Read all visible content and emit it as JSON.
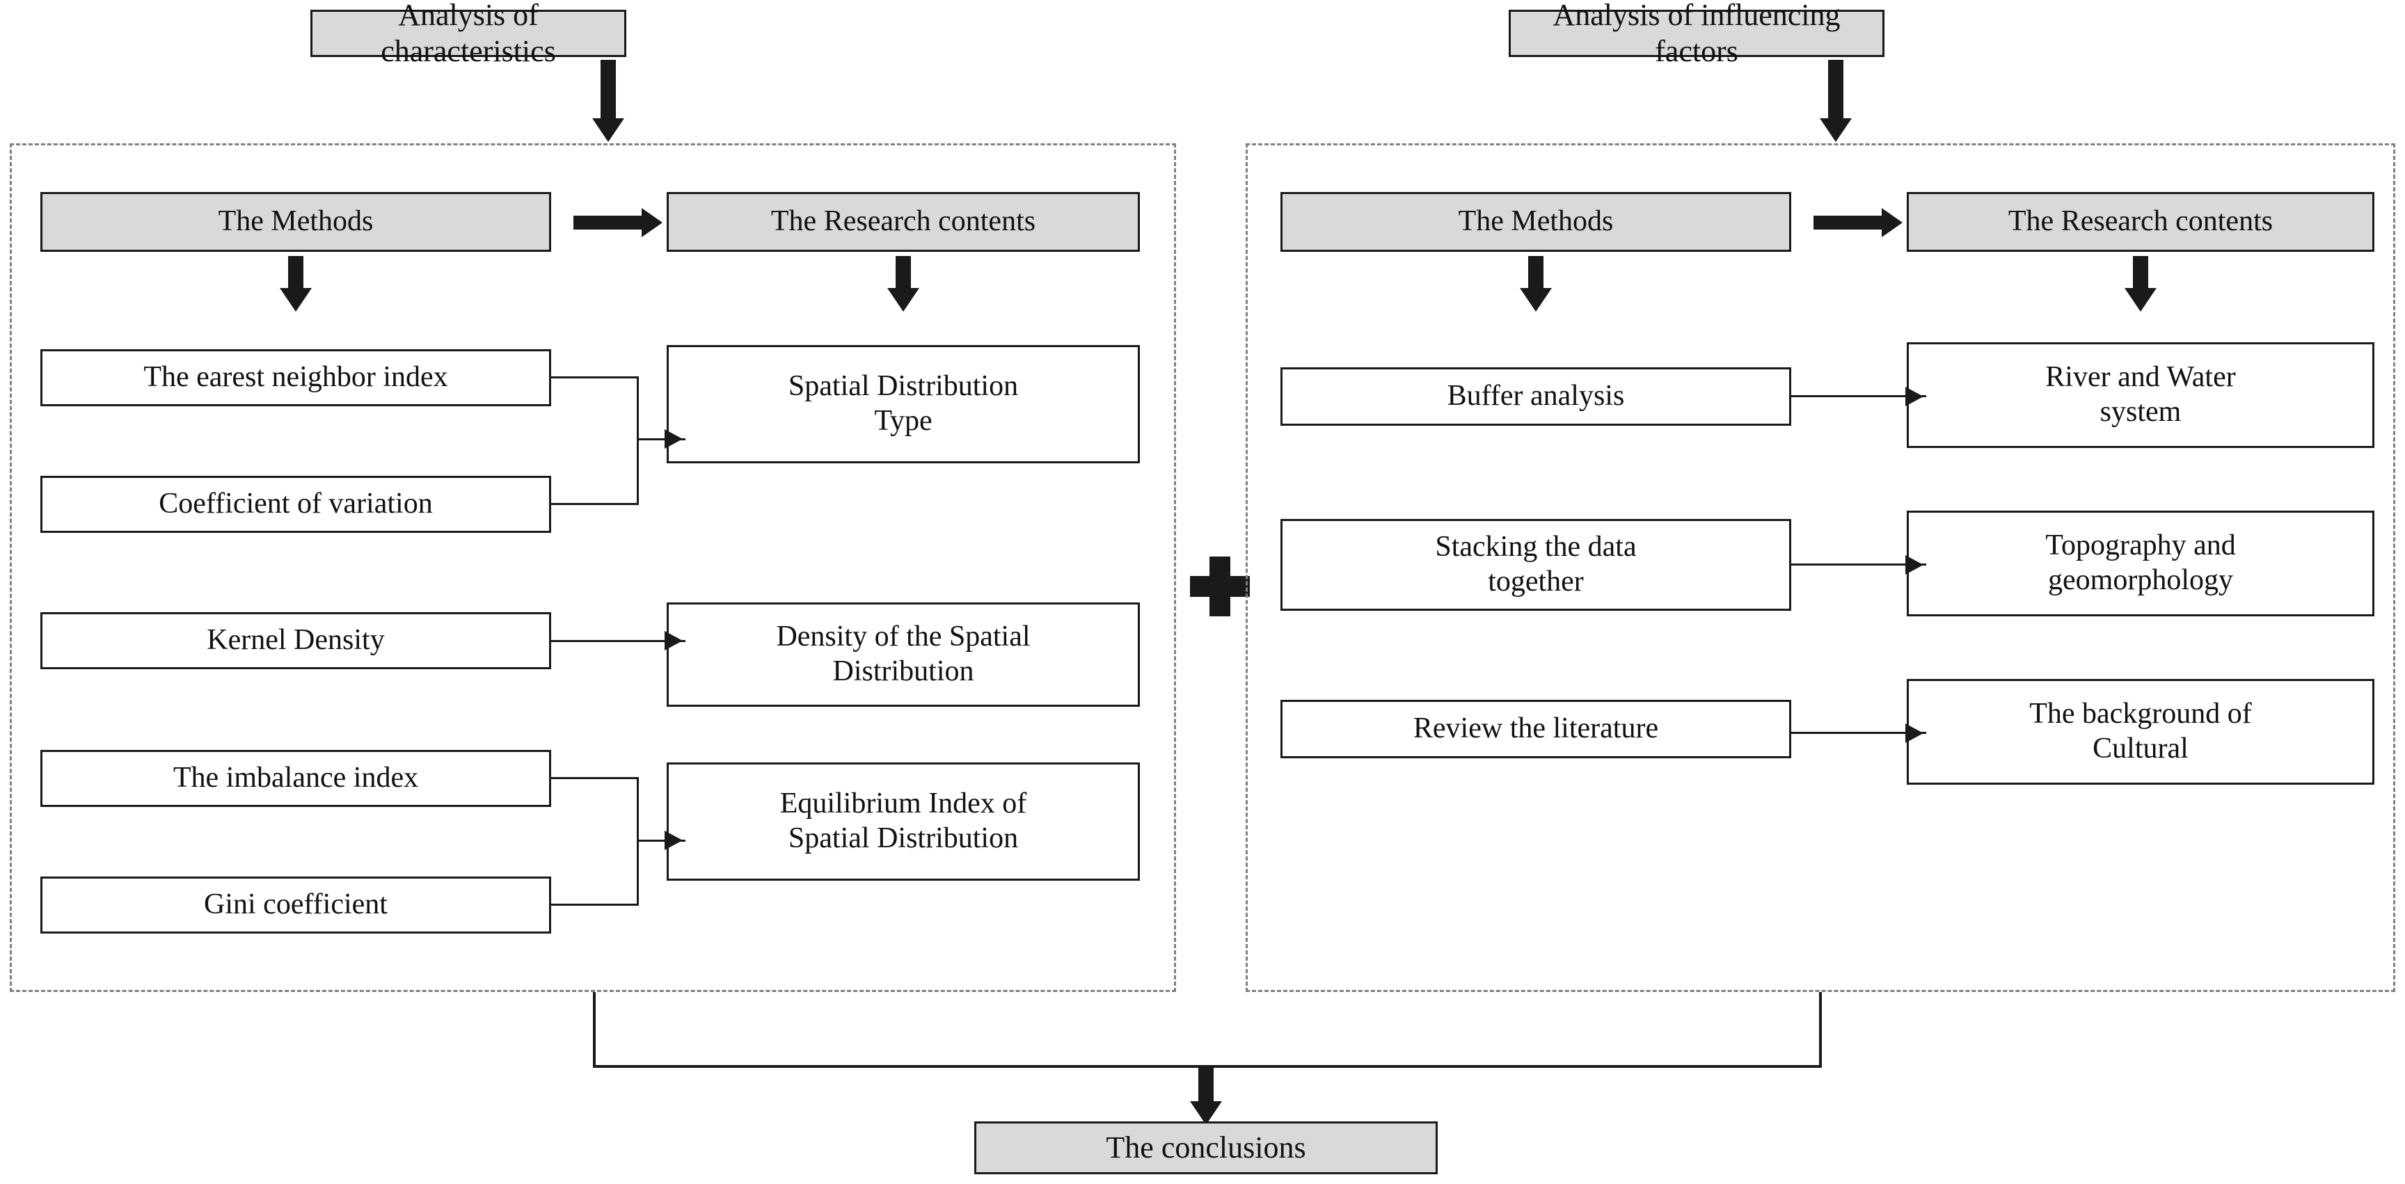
{
  "figure": {
    "type": "flowchart",
    "colors": {
      "shaded_fill": "#d9d9d9",
      "node_border": "#1a1a1a",
      "panel_border": "#808080",
      "background": "#ffffff",
      "text": "#111111"
    }
  },
  "left_branch": {
    "title": "Analysis of characteristics",
    "headers": {
      "methods": "The Methods",
      "contents": "The Research contents"
    },
    "methods": [
      "The earest neighbor index",
      "Coefficient of variation",
      "Kernel Density",
      "The imbalance index",
      "Gini coefficient"
    ],
    "contents": [
      "Spatial Distribution\nType",
      "Density of the Spatial\nDistribution",
      "Equilibrium Index of\nSpatial Distribution"
    ]
  },
  "right_branch": {
    "title": "Analysis of influencing factors",
    "headers": {
      "methods": "The Methods",
      "contents": "The Research contents"
    },
    "methods": [
      "Buffer analysis",
      "Stacking the data\ntogether",
      "Review the literature"
    ],
    "contents": [
      "River and Water\nsystem",
      "Topography and\ngeomorphology",
      "The background of\nCultural"
    ]
  },
  "combiner": {
    "symbol": "+"
  },
  "conclusion": {
    "label": "The conclusions"
  }
}
